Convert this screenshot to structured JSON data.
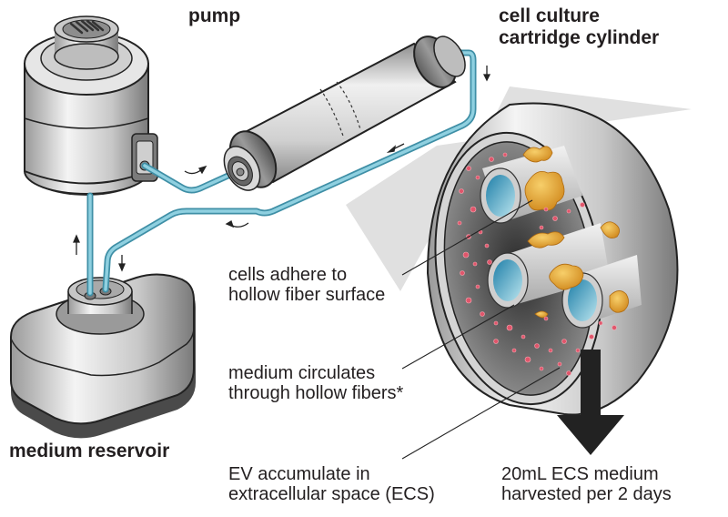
{
  "labels": {
    "pump": "pump",
    "cartridge_line1": "cell culture",
    "cartridge_line2": "cartridge cylinder",
    "reservoir": "medium reservoir",
    "cells_line1": "cells adhere to",
    "cells_line2": "hollow fiber surface",
    "medium_line1": "medium circulates",
    "medium_line2": "through hollow fibers*",
    "ev_line1": "EV accumulate in",
    "ev_line2": "extracellular space (ECS)",
    "harvest_line1": "20mL ECS medium",
    "harvest_line2": "harvested per 2 days"
  },
  "colors": {
    "tube": "#6fb8cc",
    "tube_dark": "#3f8fa6",
    "metal_light": "#eeeeee",
    "metal_dark": "#8a8a8a",
    "cells": "#e8a93a",
    "ev_particles": "#e0566b",
    "ecs_background": "#4a4a4a",
    "fiber_lumen": "#3aa6c9",
    "text": "#231f20"
  }
}
